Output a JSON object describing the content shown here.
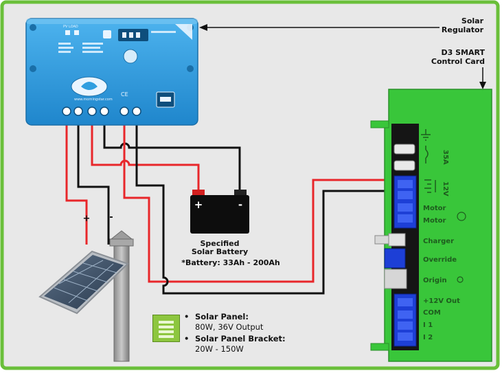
{
  "labels": {
    "solar_regulator": [
      "Solar",
      "Regulator"
    ],
    "control_card": [
      "D3 SMART",
      "Control Card"
    ],
    "battery_title": [
      "Specified",
      "Solar Battery"
    ],
    "battery_range": "*Battery: 33Ah - 200Ah",
    "panel_plus": "+",
    "panel_minus": "-",
    "battery_plus": "+",
    "battery_minus": "-"
  },
  "regulator": {
    "mode_label": "PV  LOAD",
    "website": "www.morningstar.com",
    "ce_mark": "CE"
  },
  "control_card": {
    "fuse_label": "35A",
    "battery_voltage": "12V",
    "terminals": [
      "Motor",
      "Motor",
      "Charger",
      "Override",
      "Origin",
      "+12V Out",
      "COM",
      "I 1",
      "I 2"
    ]
  },
  "legend": {
    "items": [
      {
        "title": "Solar Panel:",
        "value": "80W, 36V Output"
      },
      {
        "title": "Solar Panel Bracket:",
        "value": "20W - 150W"
      }
    ]
  },
  "colors": {
    "frame_green": "#6abf3a",
    "background": "#e8e8e8",
    "regulator_blue": "#2f9ee0",
    "card_green": "#39c63a",
    "wire_red": "#e8262a",
    "wire_black": "#111111"
  }
}
